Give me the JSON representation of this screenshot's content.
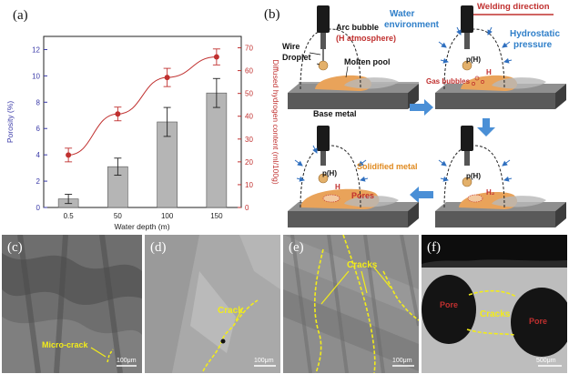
{
  "panels": {
    "a": "(a)",
    "b": "(b)",
    "c": "(c)",
    "d": "(d)",
    "e": "(e)",
    "f": "(f)"
  },
  "chart_data": {
    "type": "bar+line",
    "categories": [
      "0.5",
      "50",
      "100",
      "150"
    ],
    "series": [
      {
        "values": [
          0.65,
          3.1,
          6.5,
          8.7
        ],
        "errors": [
          0.35,
          0.65,
          1.1,
          1.1
        ],
        "color": "#b5b5b5",
        "axis": "left"
      },
      {
        "values": [
          23,
          41,
          57,
          66
        ],
        "errors": [
          3,
          3,
          4,
          3.5
        ],
        "color": "#c0302f",
        "axis": "right"
      }
    ],
    "xlabel": "Water depth (m)",
    "ylabel": "Porosity (%)",
    "y2label": "Diffused hydrogen content (ml/100g)",
    "ylim": [
      0,
      13
    ],
    "y2lim": [
      0,
      75
    ],
    "yticks": [
      "0",
      "2",
      "4",
      "6",
      "8",
      "10",
      "12"
    ],
    "y2ticks": [
      "0",
      "10",
      "20",
      "30",
      "40",
      "50",
      "60",
      "70"
    ],
    "colors": {
      "left_axis": "#3a3aa8",
      "right_axis": "#c0302f"
    }
  },
  "schematic": {
    "arc_bubble": "Arc bubble",
    "h_atmosphere": "(H atmosphere)",
    "wire": "Wire",
    "droplet": "Droplet",
    "molten_pool": "Molten pool",
    "water_env_1": "Water",
    "water_env_2": "environment",
    "welding_direction": "Welding direction",
    "hydrostatic_1": "Hydrostatic",
    "hydrostatic_2": "pressure",
    "gas_bubbles": "Gas bubbles",
    "base_metal": "Base metal",
    "solidified_metal": "Solidified metal",
    "pores": "Pores",
    "pH": "p(H)",
    "H": "H",
    "H2": "H₂",
    "colors": {
      "blue_text": "#2f7fc9",
      "red_text": "#c0302f",
      "orange_text": "#e08a20"
    }
  },
  "micrographs": {
    "c": {
      "label": "Micro-crack",
      "scale": "100μm"
    },
    "d": {
      "label": "Crack",
      "scale": "100μm"
    },
    "e": {
      "label": "Cracks",
      "scale": "100μm"
    },
    "f": {
      "label": "Cracks",
      "pore": "Pore",
      "scale": "500μm"
    },
    "colors": {
      "annotation": "#f2ec1a"
    }
  }
}
